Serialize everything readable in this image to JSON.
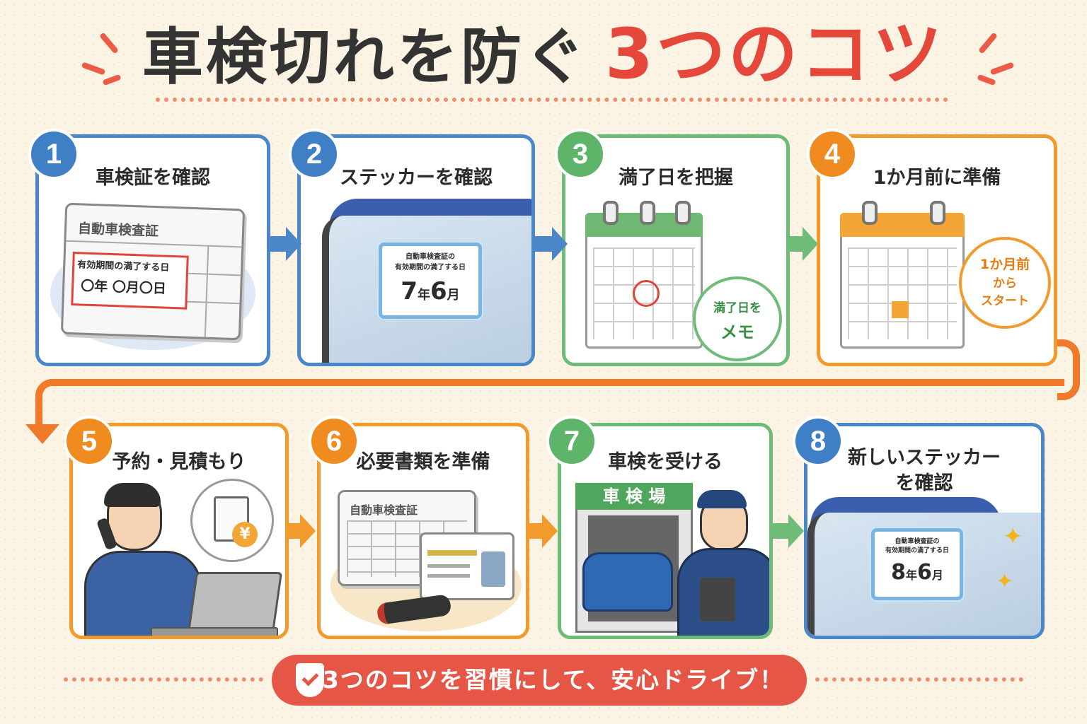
{
  "title": {
    "main": "車検切れを防ぐ",
    "accent": "3つのコツ"
  },
  "steps": [
    {
      "num": "1",
      "label": "車検証を確認"
    },
    {
      "num": "2",
      "label": "ステッカーを確認"
    },
    {
      "num": "3",
      "label": "満了日を把握"
    },
    {
      "num": "4",
      "label": "1か月前に準備"
    },
    {
      "num": "5",
      "label": "予約・見積もり"
    },
    {
      "num": "6",
      "label": "必要書類を準備"
    },
    {
      "num": "7",
      "label": "車検を受ける"
    },
    {
      "num": "8",
      "label_line1": "新しいステッカー",
      "label_line2": "を確認"
    }
  ],
  "step1": {
    "cert_title": "自動車検査証",
    "expiry_label": "有効期間の満了する日",
    "expiry_value": "〇年 〇月〇日"
  },
  "step2": {
    "sticker_line1": "自動車検査証の",
    "sticker_line2": "有効期間の満了する日",
    "year": "7",
    "year_unit": "年",
    "month": "6",
    "month_unit": "月"
  },
  "step3": {
    "memo_line1": "満了日を",
    "memo_line2": "メモ"
  },
  "step4": {
    "note_line1": "1か月前",
    "note_line2": "から",
    "note_line3": "スタート"
  },
  "step6": {
    "cert_title": "自動車検査証"
  },
  "step7": {
    "sign": "車 検 場"
  },
  "step8": {
    "sticker_line1": "自動車検査証の",
    "sticker_line2": "有効期間の満了する日",
    "year": "8",
    "year_unit": "年",
    "month": "6",
    "month_unit": "月"
  },
  "footer": {
    "text": "3つのコツを習慣にして、安心ドライブ！"
  },
  "colors": {
    "blue": "#4a86c8",
    "green": "#6fbc78",
    "orange": "#f39a2c",
    "red": "#e5473a"
  },
  "icons": {
    "yen": "¥"
  }
}
